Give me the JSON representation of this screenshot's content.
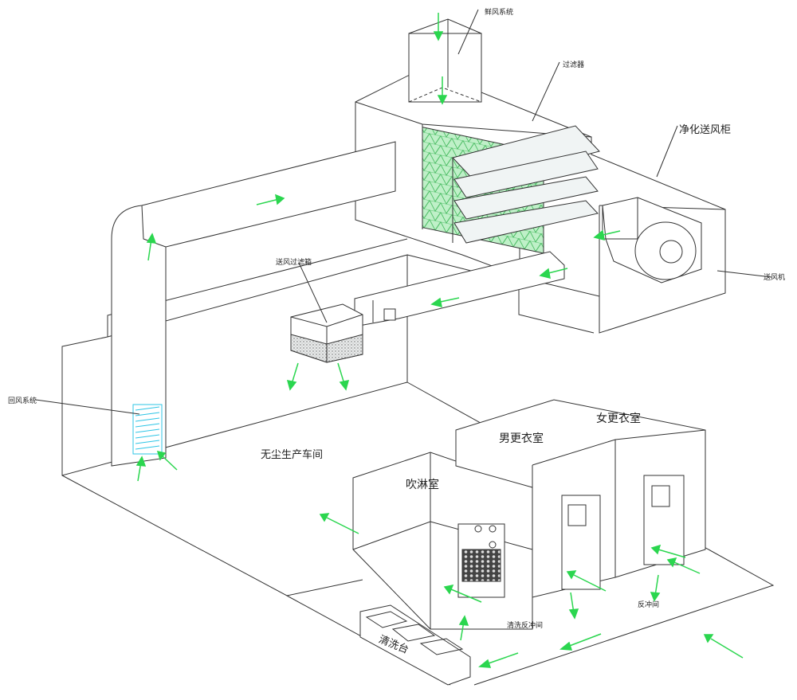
{
  "labels": {
    "fresh_air": "鲜风系统",
    "filter": "过滤器",
    "purify_cabinet": "净化送风柜",
    "fan": "送风机",
    "supply_filter_box": "送风过滤箱",
    "return_air": "回风系统",
    "workshop": "无尘生产车间",
    "air_shower": "吹淋室",
    "male_locker": "男更衣室",
    "female_locker": "女更衣室",
    "wash_buffer": "清洗反冲间",
    "buffer": "反冲间",
    "wash_station": "清洗台"
  },
  "colors": {
    "line": "#333333",
    "arrow": "#2bd64f",
    "filter_mesh": "#3fbf5a",
    "return_grille": "#2ec5e6"
  }
}
